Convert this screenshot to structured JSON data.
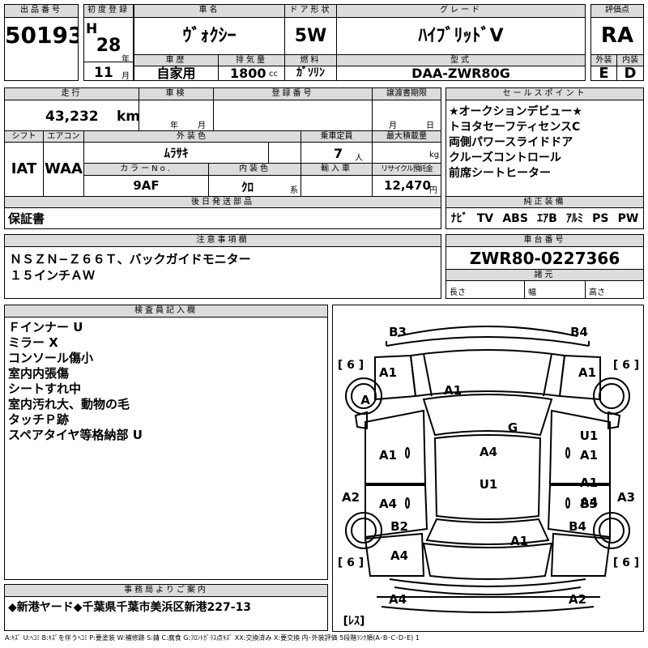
{
  "header": {
    "lot_label": "出品番号",
    "lot_no": "50193",
    "first_reg_label": "初度登録",
    "era": "H",
    "year": "28",
    "year_unit": "年",
    "month": "11",
    "month_unit": "月",
    "car_name_label": "車名",
    "car_name": "ｳﾞｫｸｼｰ",
    "door_label": "ドア形状",
    "door": "5W",
    "grade_label": "グレード",
    "grade": "ﾊｲﾌﾞﾘｯﾄﾞV",
    "score_label": "評価点",
    "score": "RA",
    "history_label": "車歴",
    "history": "自家用",
    "disp_label": "排気量",
    "disp": "1800",
    "disp_unit": "cc",
    "fuel_label": "燃料",
    "fuel": "ｶﾞｿﾘﾝ",
    "model_label": "型式",
    "model": "DAA-ZWR80G",
    "ext_label": "外装",
    "ext": "E",
    "int_label": "内装",
    "int": "D"
  },
  "row2": {
    "mileage_label": "走行",
    "mileage": "43,232",
    "mileage_unit": "km",
    "inspection_label": "車検",
    "insp_year": "年",
    "insp_month": "月",
    "regno_label": "登録番号",
    "transfer_label": "譲渡書期限",
    "tr_month": "月",
    "tr_day": "日",
    "shift_label": "シフト",
    "shift": "IAT",
    "ac_label": "エアコン",
    "ac": "WAA",
    "color_label": "外装色",
    "color": "ﾑﾗｻｷ",
    "seats_label": "乗車定員",
    "seats": "7",
    "seats_unit": "人",
    "load_label": "最大積載量",
    "load_unit": "kg",
    "color_no_label": "カラーNo.",
    "color_no": "9AF",
    "int_color_label": "内装色",
    "int_color": "ｸﾛ",
    "int_color_unit": "系",
    "import_label": "輸入車",
    "recycle_label": "リサイクル預託金",
    "recycle": "12,470",
    "recycle_unit": "円",
    "later_label": "後日発送部品",
    "later": "保証書"
  },
  "sales": {
    "label": "セールスポイント",
    "items": [
      "★オークションデビュー★",
      "トヨタセーフティセンスC",
      "両側パワースライドドア",
      "クルーズコントロール",
      "前席シートヒーター"
    ],
    "equip_label": "純正装備",
    "equip": [
      "ﾅﾋﾞ",
      "TV",
      "ABS",
      "ｴｱB",
      "ｱﾙﾐ",
      "PS",
      "PW"
    ]
  },
  "notes": {
    "label": "注意事項欄",
    "lines": [
      "ＮＳＺＮ−Ｚ６６Ｔ、バックガイドモニター",
      "１５インチＡＷ"
    ]
  },
  "chassis": {
    "label": "車台番号",
    "value": "ZWR80-0227366",
    "dims_label": "諸元",
    "length": "長さ",
    "width": "幅",
    "height": "高さ"
  },
  "inspector": {
    "label": "検査員記入欄",
    "lines": [
      "Ｆインナー U",
      "ミラー X",
      "コンソール傷小",
      "室内内張傷",
      "シートすれ中",
      "室内汚れ大、動物の毛",
      "タッチＰ跡",
      "スペアタイヤ等格納部 U"
    ]
  },
  "office": {
    "label": "事務局よりご案内",
    "text": "◆新港ヤード◆千葉県千葉市美浜区新港227-13"
  },
  "diagram": {
    "marks": [
      "B3",
      "B4",
      "A1",
      "A1",
      "A1",
      "A",
      "G",
      "U1",
      "A1",
      "A1",
      "A4",
      "A1",
      "U1",
      "A2",
      "A4",
      "A4",
      "B3",
      "A3",
      "B2",
      "B4",
      "A1",
      "A4",
      "A4",
      "A2"
    ],
    "tires": [
      "[ 6 ]",
      "[ 6 ]",
      "[ 6 ]",
      "[ 6 ]"
    ],
    "spare": "[ﾚｽ]"
  },
  "legend": "A:ｷｽﾞ U:ﾍｺﾐ B:ｷｽﾞを伴うﾍｺﾐ P:要塗装 W:補修跡 S:錆 C:腐食 G:ﾌﾛﾝﾄｶﾞﾗｽ点ｷｽﾞ XX:交換済み X:要交換 内･外装評価 5段階ﾗﾝｸ順(A･B･C･D･E) 1"
}
